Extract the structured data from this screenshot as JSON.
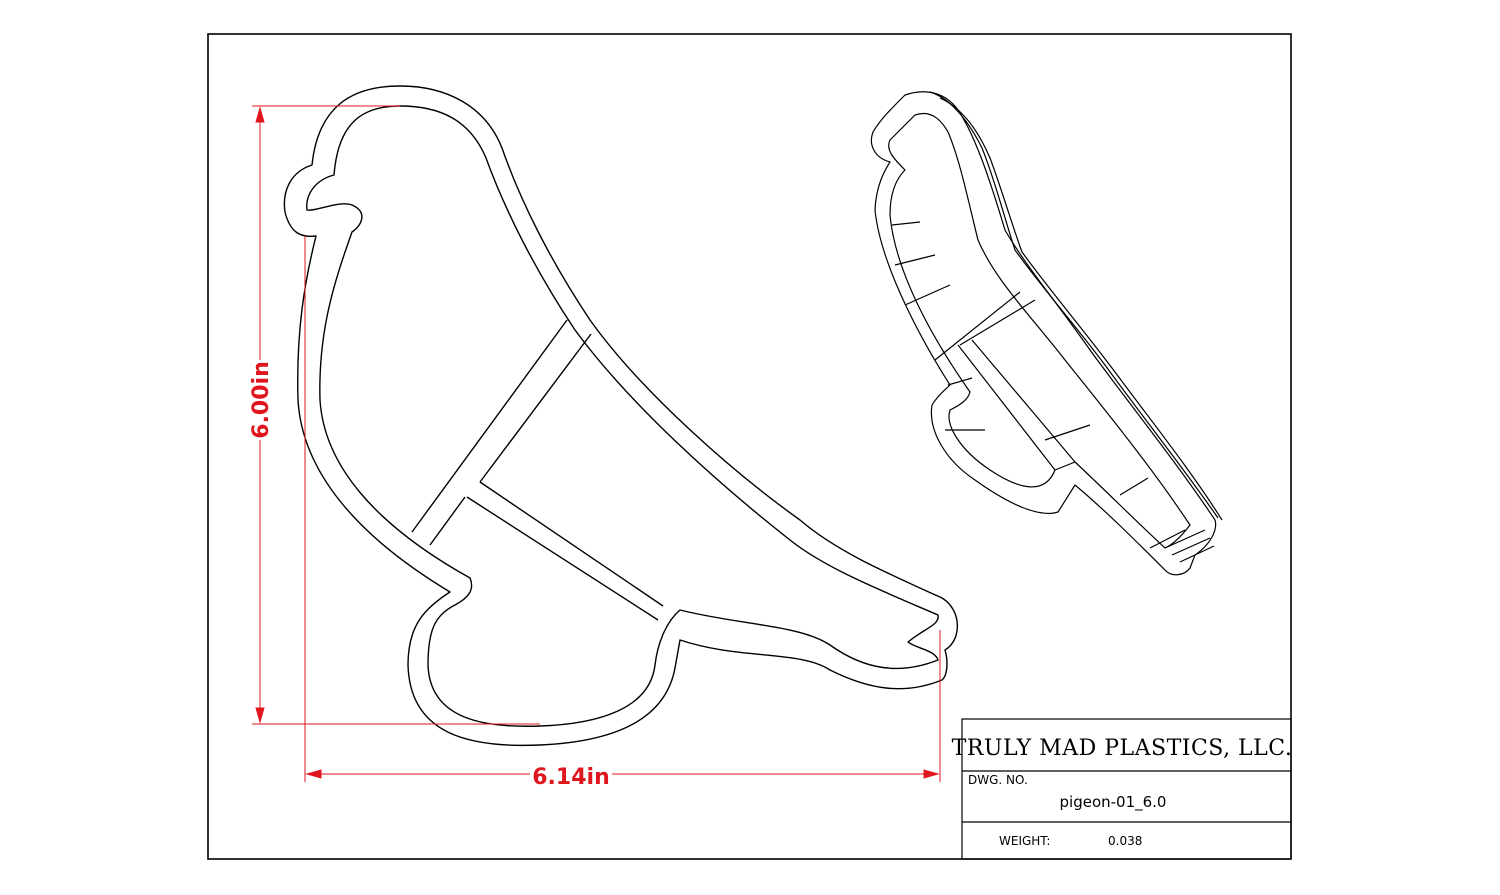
{
  "dimensions": {
    "height_label": "6.00in",
    "width_label": "6.14in"
  },
  "title_block": {
    "company": "TRULY MAD PLASTICS, LLC.",
    "dwg_no_label": "DWG. NO.",
    "dwg_no_value": "pigeon-01_6.0",
    "weight_label": "WEIGHT:",
    "weight_value": "0.038"
  },
  "colors": {
    "line": "#000000",
    "dimension": "#e0161e"
  }
}
